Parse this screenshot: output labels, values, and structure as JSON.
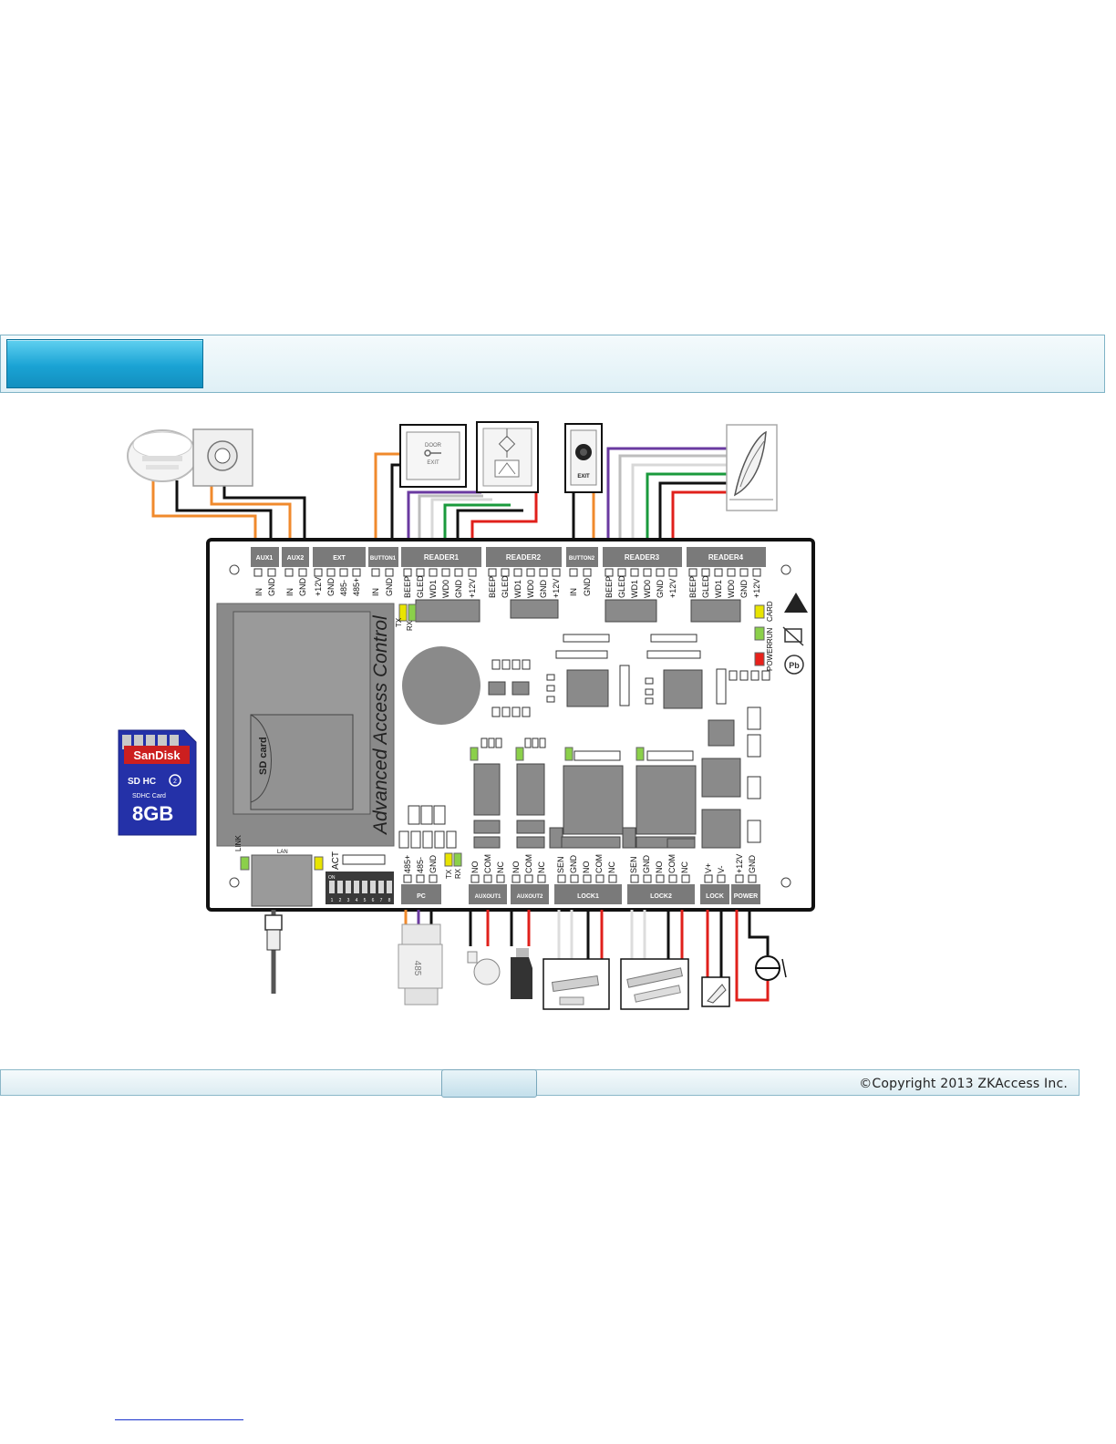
{
  "footer": {
    "copyright": "©Copyright 2013 ZKAccess Inc."
  },
  "board": {
    "title": "Advanced Access Control",
    "sd_slot_label": "SD card",
    "top_headers": [
      "AUX1",
      "AUX2",
      "EXT",
      "BUTTON1",
      "READER1",
      "READER2",
      "BUTTON2",
      "READER3",
      "READER4"
    ],
    "bottom_headers": [
      "PC",
      "AUXOUT1",
      "AUXOUT2",
      "LOCK1",
      "LOCK2",
      "LOCK",
      "POWER"
    ],
    "lan_label": "LAN",
    "link_label": "LINK",
    "act_label": "ACT",
    "tx_label": "TX",
    "rx_label": "RX",
    "status_leds": [
      "CARD",
      "RUN",
      "POWER"
    ],
    "top_pins": {
      "aux1": [
        "IN",
        "GND"
      ],
      "aux2": [
        "IN",
        "GND"
      ],
      "ext": [
        "+12V",
        "GND",
        "485-",
        "485+"
      ],
      "button1": [
        "IN",
        "GND"
      ],
      "reader1": [
        "BEEP",
        "GLED",
        "WD1",
        "WD0",
        "GND",
        "+12V"
      ],
      "reader2": [
        "BEEP",
        "GLED",
        "WD1",
        "WD0",
        "GND",
        "+12V"
      ],
      "button2": [
        "IN",
        "GND"
      ],
      "reader3": [
        "BEEP",
        "GLED",
        "WD1",
        "WD0",
        "GND",
        "+12V"
      ],
      "reader4": [
        "BEEP",
        "GLED",
        "WD1",
        "WD0",
        "GND",
        "+12V"
      ]
    },
    "bottom_pins": {
      "pc": [
        "485+",
        "485-",
        "GND"
      ],
      "auxout1": [
        "NO",
        "COM",
        "NC"
      ],
      "auxout2": [
        "NO",
        "COM",
        "NC"
      ],
      "lock1": [
        "SEN",
        "GND",
        "NO",
        "COM",
        "NC"
      ],
      "lock2": [
        "SEN",
        "GND",
        "NO",
        "COM",
        "NC"
      ],
      "lock": [
        "V+",
        "V-"
      ],
      "power": [
        "+12V",
        "GND"
      ]
    },
    "dip_on_label": "ON",
    "dip_numbers": [
      "1",
      "2",
      "3",
      "4",
      "5",
      "6",
      "7",
      "8"
    ]
  },
  "devices": {
    "exit_button_text": [
      "DOOR",
      "EXIT"
    ],
    "exit_button2_text": "EXIT",
    "exit_button2_label": "EXIT",
    "converter_label": "485"
  },
  "sd_card": {
    "brand": "SanDisk",
    "type": "SDHC Card",
    "capacity": "8GB",
    "class": "2",
    "logo": "SD HC"
  },
  "colors": {
    "header_accent": "#1aa3d4",
    "wire_orange": "#f08a2c",
    "wire_red": "#e0201b",
    "wire_green": "#1a9a3c",
    "wire_purple": "#6a3aa0",
    "led_yellow": "#e8e400",
    "led_green": "#8bd04a",
    "led_red": "#e8201a",
    "sd_blue": "#2431a8"
  }
}
